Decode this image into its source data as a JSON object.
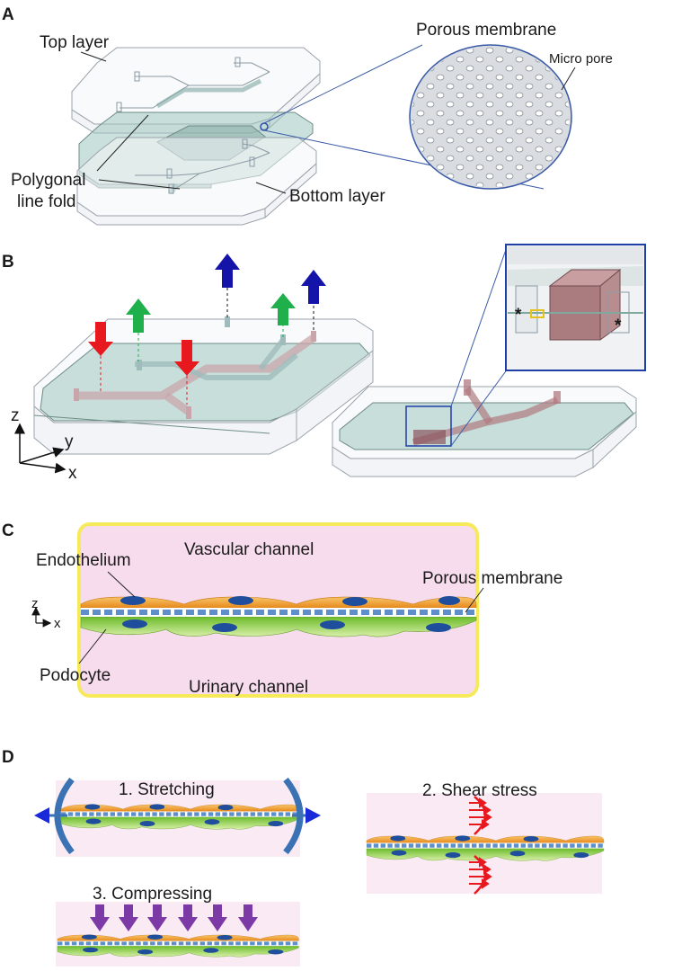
{
  "panels": {
    "a": {
      "letter": "A",
      "top_layer": "Top layer",
      "porous_membrane": "Porous membrane",
      "micro_pore": "Micro pore",
      "polygonal_line_fold_1": "Polygonal",
      "polygonal_line_fold_2": "line fold",
      "bottom_layer": "Bottom layer"
    },
    "b": {
      "letter": "B",
      "axis_z": "z",
      "axis_y": "y",
      "axis_x": "x",
      "asterisk": "*"
    },
    "c": {
      "letter": "C",
      "vascular_channel": "Vascular channel",
      "endothelium": "Endothelium",
      "porous_membrane": "Porous membrane",
      "podocyte": "Podocyte",
      "urinary_channel": "Urinary channel",
      "axis_z": "z",
      "axis_x": "x"
    },
    "d": {
      "letter": "D",
      "stretching": "1. Stretching",
      "shear_stress": "2. Shear stress",
      "compressing": "3. Compressing"
    }
  },
  "colors": {
    "flow_in": "#e8191e",
    "flow_green": "#1fb04b",
    "flow_out": "#1414a8",
    "chamber_border": "#f6ea5a",
    "chamber_fill": "#f7dced",
    "endothelium": "#f0a136",
    "podocyte": "#8fcf3a",
    "nucleus": "#1e4e9c",
    "membrane_dash": "#5e8fcb",
    "stretch_arrow": "#1a2ad8",
    "stretch_clamp": "#3a72b4",
    "shear_arrow": "#e8191e",
    "compress_arrow": "#7b3aa6"
  }
}
